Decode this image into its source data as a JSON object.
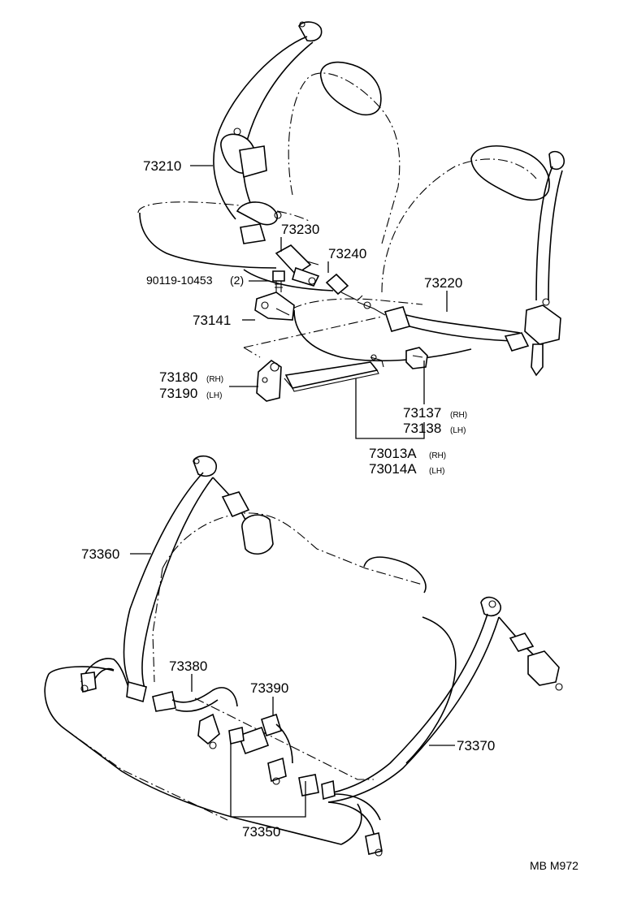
{
  "labels": {
    "p73210": "73210",
    "p73230": "73230",
    "p73240": "73240",
    "p73220": "73220",
    "p90119": "90119-10453",
    "p90119_qty": "(2)",
    "p73141": "73141",
    "p73180": "73180",
    "p73180_side": "(RH)",
    "p73190": "73190",
    "p73190_side": "(LH)",
    "p73137": "73137",
    "p73137_side": "(RH)",
    "p73138": "73138",
    "p73138_side": "(LH)",
    "p73013A": "73013A",
    "p73013A_side": "(RH)",
    "p73014A": "73014A",
    "p73014A_side": "(LH)",
    "p73360": "73360",
    "p73380": "73380",
    "p73390": "73390",
    "p73370": "73370",
    "p73350": "73350"
  },
  "figure_code": "MB M972"
}
